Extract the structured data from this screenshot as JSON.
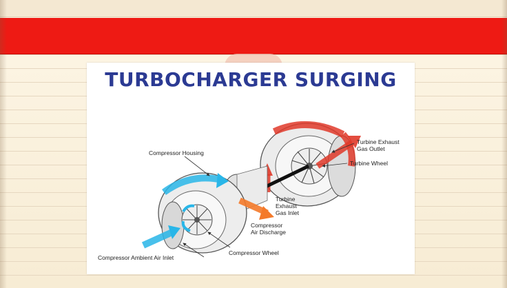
{
  "slide": {
    "title": "TURBOCHARGER SURGING",
    "colors": {
      "banner": "#ee1a14",
      "title": "#2b3a93",
      "hot_flow": "#e03a2a",
      "cold_flow": "#29b6e8",
      "discharge_flow": "#f47a2a"
    }
  },
  "diagram": {
    "labels": {
      "compressor_housing": "Compressor Housing",
      "turbine_exhaust_outlet_line1": "Turbine Exhaust",
      "turbine_exhaust_outlet_line2": "Gas Outlet",
      "turbine_wheel": "Turbine Wheel",
      "turbine_exhaust_inlet_line1": "Turbine",
      "turbine_exhaust_inlet_line2": "Exhaust",
      "turbine_exhaust_inlet_line3": "Gas Inlet",
      "compressor_air_discharge_line1": "Compressor",
      "compressor_air_discharge_line2": "Air Discharge",
      "compressor_wheel": "Compressor Wheel",
      "compressor_ambient_air_inlet": "Compressor Ambient Air Inlet"
    }
  }
}
